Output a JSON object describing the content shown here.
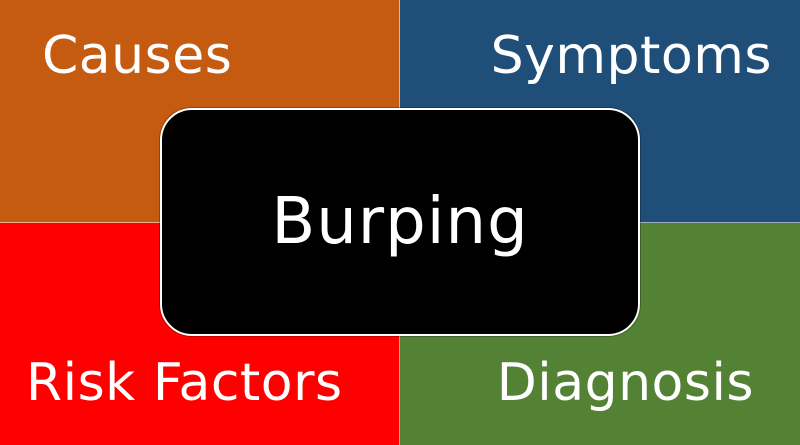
{
  "colors": {
    "causes": "#C55A11",
    "symptoms": "#1F4E79",
    "risk_factors": "#FF0000",
    "diagnosis": "#548235",
    "center": "#000000",
    "text": "#FFFFFF"
  },
  "quadrants": {
    "top_left": {
      "label": "Causes"
    },
    "top_right": {
      "label": "Symptoms"
    },
    "bottom_left": {
      "label": "Risk Factors"
    },
    "bottom_right": {
      "label": "Diagnosis"
    }
  },
  "center": {
    "title": "Burping"
  }
}
